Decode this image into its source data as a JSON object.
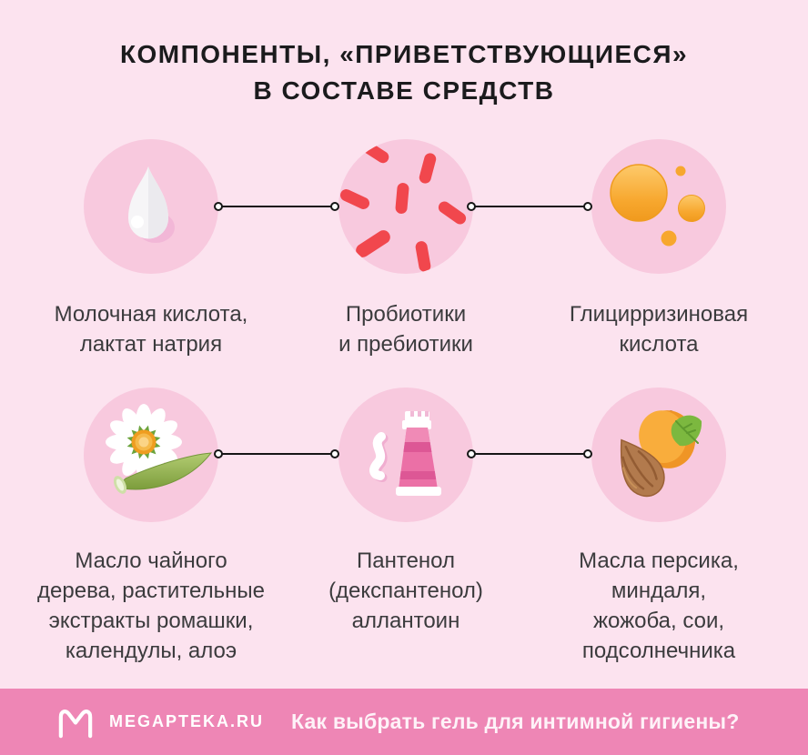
{
  "title": {
    "line1": "КОМПОНЕНТЫ, «ПРИВЕТСТВУЮЩИЕСЯ»",
    "line2": "В СОСТАВЕ СРЕДСТВ"
  },
  "items": [
    {
      "id": "lactic-acid",
      "icon": "milk-drop-icon",
      "label": "Молочная кислота,\nлактат натрия"
    },
    {
      "id": "probiotics",
      "icon": "probiotic-bacteria-icon",
      "label": "Пробиотики\nи пребиотики"
    },
    {
      "id": "glycyrrhizic-acid",
      "icon": "oil-bubbles-icon",
      "label": "Глицирризиновая\nкислота"
    },
    {
      "id": "plant-extracts",
      "icon": "chamomile-aloe-icon",
      "label": "Масло чайного\nдерева, растительные\nэкстракты ромашки,\nкалендулы, алоэ"
    },
    {
      "id": "panthenol",
      "icon": "cream-tube-icon",
      "label": "Пантенол\n(декспантенол)\nаллантоин"
    },
    {
      "id": "natural-oils",
      "icon": "almond-peach-icon",
      "label": "Масла персика,\nминдаля,\nжожоба, сои,\nподсолнечника"
    }
  ],
  "footer": {
    "brand": "MEGAPTEKA.RU",
    "question": "Как выбрать гель для интимной гигиены?"
  },
  "colors": {
    "background": "#fce3ef",
    "circle": "#f8c9de",
    "footer": "#ee86b5",
    "line": "#161616",
    "title_text": "#1b1b1d",
    "label_text": "#3b3b3d",
    "accent_red": "#f1474d",
    "accent_orange": "#f7a72e",
    "accent_green": "#7cb83f",
    "tube_pink": "#eb70a6"
  }
}
